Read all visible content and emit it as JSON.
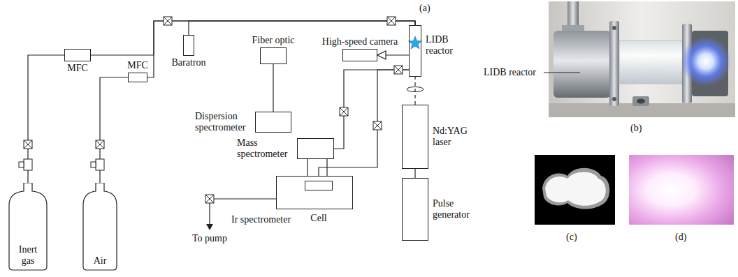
{
  "diagram": {
    "nodes": [
      {
        "text": [
          "MFC"
        ]
      },
      {
        "text": [
          "Baratron"
        ]
      },
      {
        "text": [
          "Fiber optic"
        ]
      },
      {
        "text": [
          "High-speed camera"
        ]
      },
      {
        "text": [
          "LIDB reactor"
        ]
      },
      {
        "text": [
          "MFC"
        ]
      },
      {
        "text": [
          "Dispersion spectrometer"
        ]
      },
      {
        "text": [
          "Mass spectrometer"
        ]
      },
      {
        "text": [
          "Ir spectrometer"
        ]
      },
      {
        "text": [
          "Cell"
        ],
        "in": 8
      },
      {
        "text": [
          "Nd:YAG laser"
        ]
      },
      {
        "text": [
          "Pulse generator"
        ]
      },
      {
        "text": [
          "Inert gas"
        ]
      },
      {
        "text": [
          "Air"
        ]
      }
    ],
    "edges": [
      {
        "from": 12,
        "to": 0,
        "arrow": "none"
      },
      {
        "from": 13,
        "to": 5,
        "arrow": "none"
      },
      {
        "from": 0,
        "to": 4,
        "arrow": "none"
      },
      {
        "from": 5,
        "to": 4,
        "arrow": "none"
      },
      {
        "from": 1,
        "to": 4,
        "arrow": "none"
      },
      {
        "from": 2,
        "to": 6,
        "arrow": "none"
      },
      {
        "from": 4,
        "to": 3,
        "arrow": "to"
      },
      {
        "from": 4,
        "to": 7,
        "arrow": "none"
      },
      {
        "from": 4,
        "to": 9,
        "arrow": "none"
      },
      {
        "from": 11,
        "to": 10,
        "arrow": "none"
      },
      {
        "from": 10,
        "to": 4,
        "arrow": "none"
      }
    ],
    "labels": [
      "(a)",
      "To pump",
      "LIDB reactor",
      "(b)",
      "(c)",
      "(d)"
    ]
  }
}
